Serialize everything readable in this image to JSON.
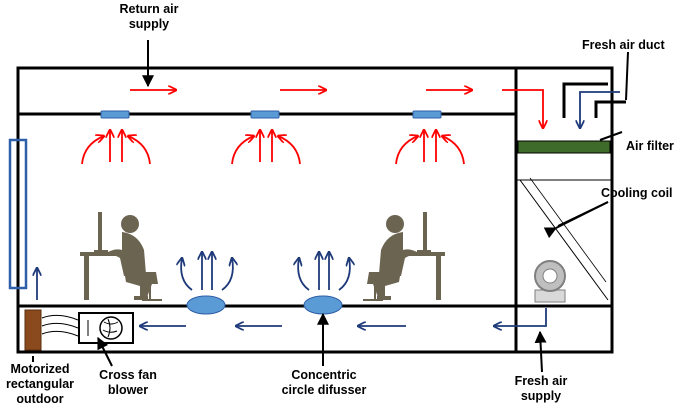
{
  "labels": {
    "return_air": [
      "Return air",
      "supply"
    ],
    "fresh_air_duct": "Fresh air duct",
    "air_filter": "Air filter",
    "cooling_coil": "Cooling coil",
    "motorized_outdoor": [
      "Motorized",
      "rectangular",
      "outdoor"
    ],
    "cross_fan": [
      "Cross fan",
      "blower"
    ],
    "concentric_diffuser": [
      "Concentric",
      "circle difusser"
    ],
    "fresh_air_supply": [
      "Fresh air",
      "supply"
    ]
  },
  "colors": {
    "outline": "#000000",
    "return_air_arrows": "#ff0000",
    "supply_air_arrows": "#1f3a7a",
    "ceiling_vent": "#5b9bd5",
    "diffuser": "#5b9bd5",
    "air_filter": "#3e6b2a",
    "outdoor_damper": "#8a4a1e",
    "wall_vent": "#2e5fa8",
    "person_silhouette": "#6b6451"
  },
  "icons": {
    "person": "person-at-computer-icon",
    "fan": "cross-fan-blower-icon",
    "cooling_fan": "cooling-unit-fan-icon"
  }
}
